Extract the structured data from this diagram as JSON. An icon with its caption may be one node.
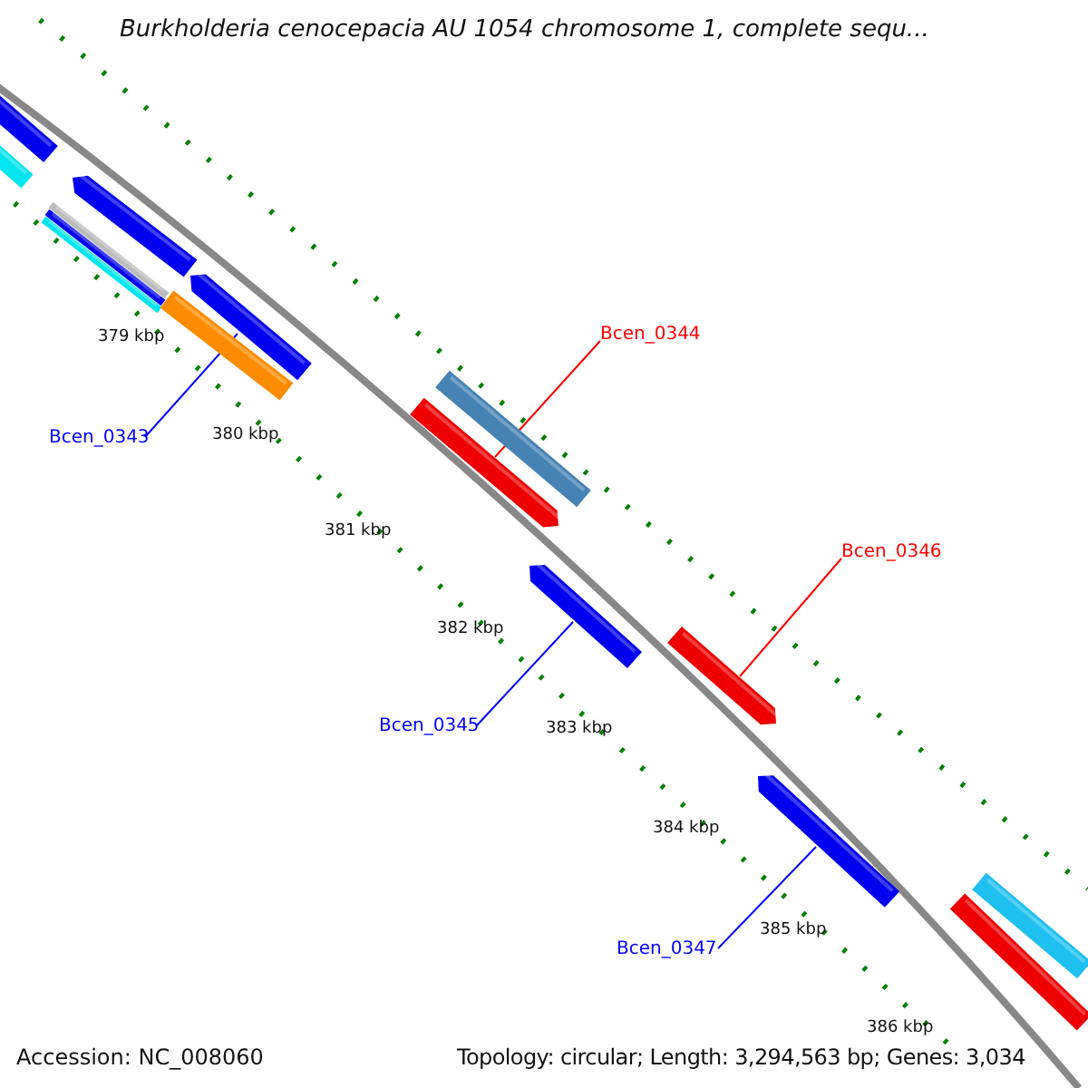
{
  "diagram": {
    "title": "Burkholderia cenocepacia AU 1054 chromosome 1, complete sequ...",
    "nodes": [
      {
        "text": [],
        "shape": "bar"
      },
      {
        "text": [],
        "shape": "bar"
      },
      {
        "text": [],
        "shape": "bar"
      },
      {
        "text": [],
        "shape": "bar"
      },
      {
        "text": [],
        "shape": "bar"
      },
      {
        "text": [],
        "shape": "bar"
      },
      {
        "text": [],
        "shape": "bar"
      },
      {
        "text": [],
        "shape": "bar"
      },
      {
        "text": [
          "Bcen_0344"
        ]
      },
      {
        "text": [],
        "shape": "bar"
      },
      {
        "text": [],
        "shape": "bar"
      },
      {
        "text": [
          "Bcen_0343"
        ]
      },
      {
        "text": [
          "Bcen_0346"
        ]
      },
      {
        "text": [],
        "shape": "bar"
      },
      {
        "text": [],
        "shape": "bar"
      },
      {
        "text": [
          "Bcen_0345"
        ]
      },
      {
        "text": [],
        "shape": "bar"
      },
      {
        "text": [],
        "shape": "bar"
      },
      {
        "text": [],
        "shape": "bar"
      },
      {
        "text": [
          "Bcen_0347"
        ]
      }
    ],
    "edges": [
      {
        "from": 11,
        "to": 6,
        "arrow": "none"
      },
      {
        "from": 8,
        "to": 10,
        "arrow": "none",
        "color": "#ff0000"
      },
      {
        "from": 15,
        "to": 13,
        "arrow": "none"
      },
      {
        "from": 12,
        "to": 14,
        "arrow": "none",
        "color": "#ff0000"
      },
      {
        "from": 19,
        "to": 16,
        "arrow": "none"
      }
    ],
    "labels": [
      "379 kbp",
      "380 kbp",
      "381 kbp",
      "382 kbp",
      "383 kbp",
      "384 kbp",
      "385 kbp",
      "386 kbp",
      "Accession: NC_008060",
      "Topology: circular; Length: 3,294,563 bp; Genes: 3,034"
    ]
  }
}
